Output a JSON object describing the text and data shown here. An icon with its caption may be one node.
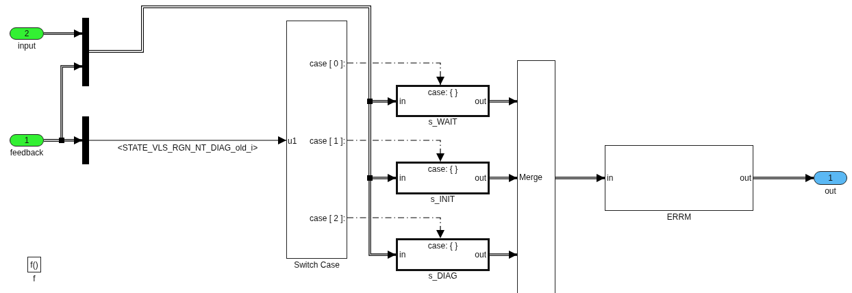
{
  "diagram": {
    "nodes": [
      {
        "text": [
          "2"
        ],
        "beside": [
          "input"
        ]
      },
      {
        "text": [
          "1"
        ],
        "beside": [
          "feedback"
        ]
      },
      {
        "text": [],
        "shape": "bar"
      },
      {
        "text": [],
        "shape": "bar"
      },
      {
        "text": [
          "case [ 0 ]:",
          "u1",
          "case [ 1 ]:",
          "case [ 2 ]:"
        ],
        "beside": [
          "Switch Case"
        ]
      },
      {
        "text": [
          "case: { }",
          "in",
          "out"
        ],
        "beside": [
          "s_WAIT"
        ]
      },
      {
        "text": [
          "case: { }",
          "in",
          "out"
        ],
        "beside": [
          "s_INIT"
        ]
      },
      {
        "text": [
          "case: { }",
          "in",
          "out"
        ],
        "beside": [
          "s_DIAG"
        ]
      },
      {
        "text": [
          "Merge"
        ]
      },
      {
        "text": [
          "in",
          "out"
        ],
        "beside": [
          "ERRM"
        ]
      },
      {
        "text": [
          "1"
        ],
        "beside": [
          "out"
        ]
      },
      {
        "text": [
          "f()"
        ],
        "beside": [
          "f"
        ]
      }
    ],
    "edges": [
      {
        "from": 0,
        "to": 2,
        "arrow": "to"
      },
      {
        "from": 1,
        "to": 2,
        "arrow": "to"
      },
      {
        "from": 1,
        "to": 3,
        "arrow": "to"
      },
      {
        "from": 3,
        "to": 4,
        "arrow": "to",
        "label": "<STATE_VLS_RGN_NT_DIAG_old_i>"
      },
      {
        "from": 2,
        "to": 5,
        "arrow": "to"
      },
      {
        "from": 2,
        "to": 6,
        "arrow": "to"
      },
      {
        "from": 2,
        "to": 7,
        "arrow": "to"
      },
      {
        "from": 4,
        "to": 5,
        "arrow": "to",
        "style": "dashed"
      },
      {
        "from": 4,
        "to": 6,
        "arrow": "to",
        "style": "dashed"
      },
      {
        "from": 4,
        "to": 7,
        "arrow": "to",
        "style": "dashed"
      },
      {
        "from": 5,
        "to": 8,
        "arrow": "to"
      },
      {
        "from": 6,
        "to": 8,
        "arrow": "to"
      },
      {
        "from": 7,
        "to": 8,
        "arrow": "to"
      },
      {
        "from": 8,
        "to": 9,
        "arrow": "to"
      },
      {
        "from": 9,
        "to": 10,
        "arrow": "to"
      }
    ]
  }
}
